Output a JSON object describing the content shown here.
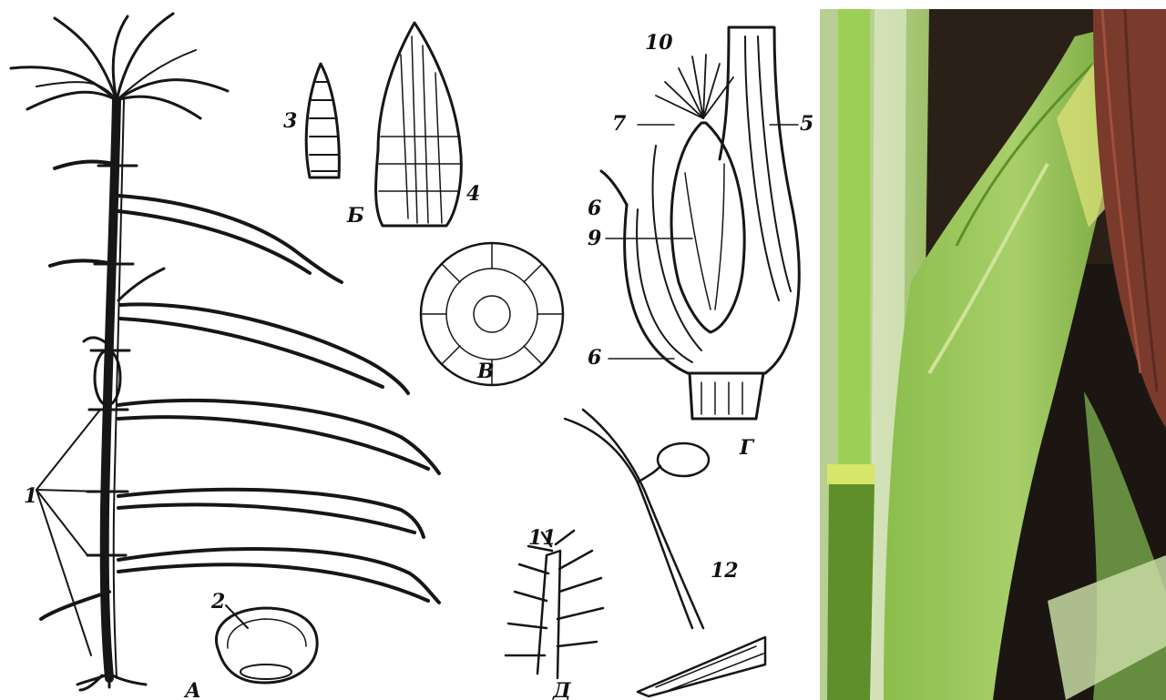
{
  "figure": {
    "panel_letters": {
      "plant": "А",
      "ears": "Б",
      "cross_section": "В",
      "ear_section": "Г",
      "prop_roots": "Д"
    },
    "numbers": {
      "n1": "1",
      "n2": "2",
      "n3": "3",
      "n4": "4",
      "n5": "5",
      "n6a": "6",
      "n6b": "6",
      "n7": "7",
      "n9": "9",
      "n10": "10",
      "n11": "11",
      "n12": "12"
    }
  },
  "photo": {
    "subject": "green corn ear in husk with brown silk, photograph"
  },
  "colors": {
    "ink": "#161616",
    "paper": "#ffffff",
    "husk_light": "#b6d57a",
    "husk_mid": "#7fae3f",
    "husk_dark": "#3f6a1c",
    "silk": "#7a3a2c",
    "soil": "#1c1612"
  }
}
